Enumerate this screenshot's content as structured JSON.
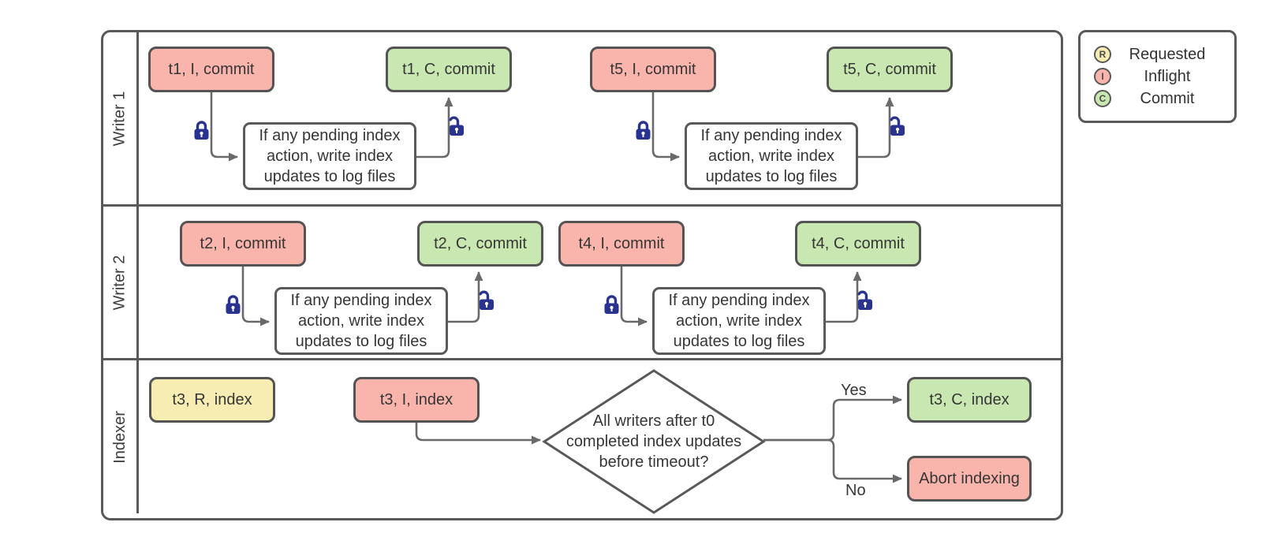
{
  "legend": {
    "items": [
      {
        "letter": "R",
        "label": "Requested",
        "state": "requested"
      },
      {
        "letter": "I",
        "label": "Inflight",
        "state": "inflight"
      },
      {
        "letter": "C",
        "label": "Commit",
        "state": "commit"
      }
    ]
  },
  "branch_labels": {
    "yes": "Yes",
    "no": "No"
  },
  "shared": {
    "process_lines": [
      "If any pending index",
      "action, write index",
      "updates to log files"
    ],
    "decision_lines": [
      "All writers after t0",
      "completed index updates",
      "before timeout?"
    ]
  },
  "lanes": [
    {
      "label": "Writer 1",
      "events": [
        {
          "text": "t1, I, commit",
          "state": "inflight"
        },
        {
          "text": "t1, C, commit",
          "state": "commit"
        },
        {
          "text": "t5, I, commit",
          "state": "inflight"
        },
        {
          "text": "t5, C, commit",
          "state": "commit"
        }
      ]
    },
    {
      "label": "Writer 2",
      "events": [
        {
          "text": "t2, I, commit",
          "state": "inflight"
        },
        {
          "text": "t2, C, commit",
          "state": "commit"
        },
        {
          "text": "t4, I, commit",
          "state": "inflight"
        },
        {
          "text": "t4, C, commit",
          "state": "commit"
        }
      ]
    },
    {
      "label": "Indexer",
      "events": [
        {
          "text": "t3, R, index",
          "state": "requested"
        },
        {
          "text": "t3, I, index",
          "state": "inflight"
        },
        {
          "text": "t3, C, index",
          "state": "commit"
        },
        {
          "text": "Abort indexing",
          "state": "inflight"
        }
      ]
    }
  ],
  "colors": {
    "requested": "#F7ECB2",
    "inflight": "#F9B4AB",
    "commit": "#C9E7B0",
    "lock": "#2A3390",
    "connector": "#6A6A6A",
    "shape_border": "#595959"
  }
}
